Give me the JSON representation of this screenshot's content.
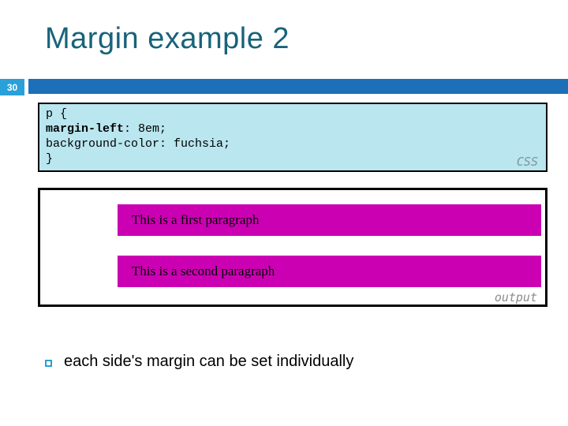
{
  "slide": {
    "title": "Margin example 2",
    "page_number": "30"
  },
  "code_panel": {
    "line1": "p {",
    "line2_keyword": "margin-left",
    "line2_rest": ": 8em;",
    "line3": "background-color: fuchsia;",
    "line4": "}",
    "label": "CSS"
  },
  "output_panel": {
    "paragraph1": "This is a first paragraph",
    "paragraph2": "This is a second paragraph",
    "label": "output"
  },
  "bullet_point": {
    "text": "each side's margin can be set individually"
  },
  "colors": {
    "title_teal": "#17637a",
    "page_number_bg": "#2aa0d8",
    "header_bar_blue": "#1d70b8",
    "code_panel_bg": "#b9e6ef",
    "paragraph_fuchsia": "#cc00b3",
    "label_gray": "#8c8c8c",
    "bullet_border": "#2a9fd4"
  }
}
